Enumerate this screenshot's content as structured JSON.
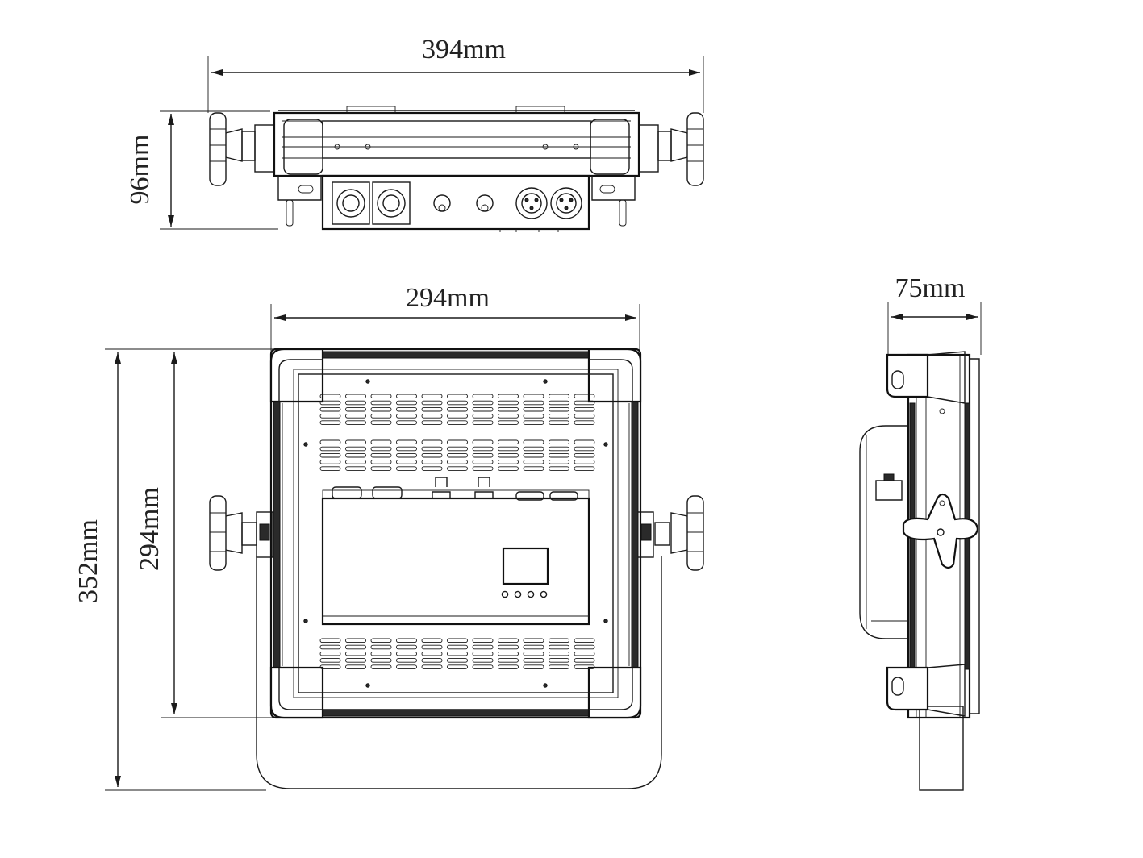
{
  "dimensions": {
    "top_width": "394mm",
    "top_height": "96mm",
    "front_width": "294mm",
    "front_inner_height": "294mm",
    "front_total_height": "352mm",
    "side_depth": "75mm"
  },
  "colors": {
    "line": "#1a1a1a",
    "background": "#ffffff"
  }
}
